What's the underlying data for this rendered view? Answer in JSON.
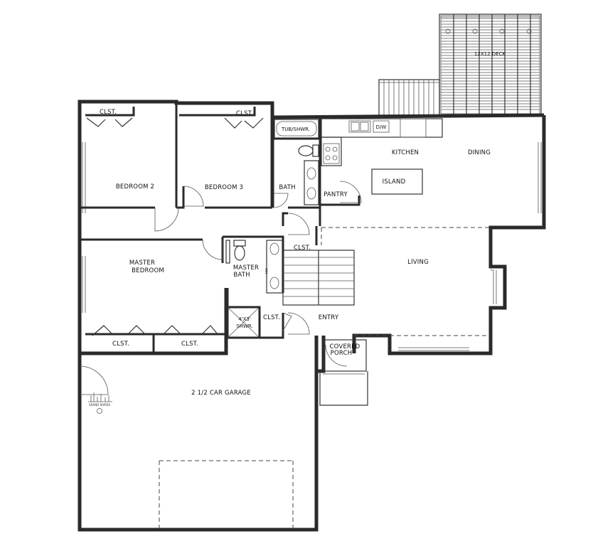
{
  "labels": {
    "deck": "12X12 DECK",
    "bedroom2": "BEDROOM 2",
    "bedroom3": "BEDROOM 3",
    "clst_b2": "CLST.",
    "clst_b3": "CLST.",
    "tub": "TUB/SHWR.",
    "bath": "BATH",
    "pantry": "PANTRY",
    "dw": "D/W",
    "kitchen": "KITCHEN",
    "dining": "DINING",
    "island": "ISLAND",
    "living": "LIVING",
    "master_bedroom_1": "MASTER",
    "master_bedroom_2": "BEDROOM",
    "master_bath_1": "MASTER",
    "master_bath_2": "BATH",
    "clst_hall": "CLST.",
    "clst_entry": "CLST.",
    "shower_1": "4'X3'",
    "shower_2": "SHWR.",
    "entry": "ENTRY",
    "covered_porch_1": "COVERED",
    "covered_porch_2": "PORCH",
    "clst_mb1": "CLST.",
    "clst_mb2": "CLST.",
    "garage": "2 1/2 CAR GARAGE",
    "vanity": "VAN",
    "logo_text": "GRAND RAPIDS"
  }
}
